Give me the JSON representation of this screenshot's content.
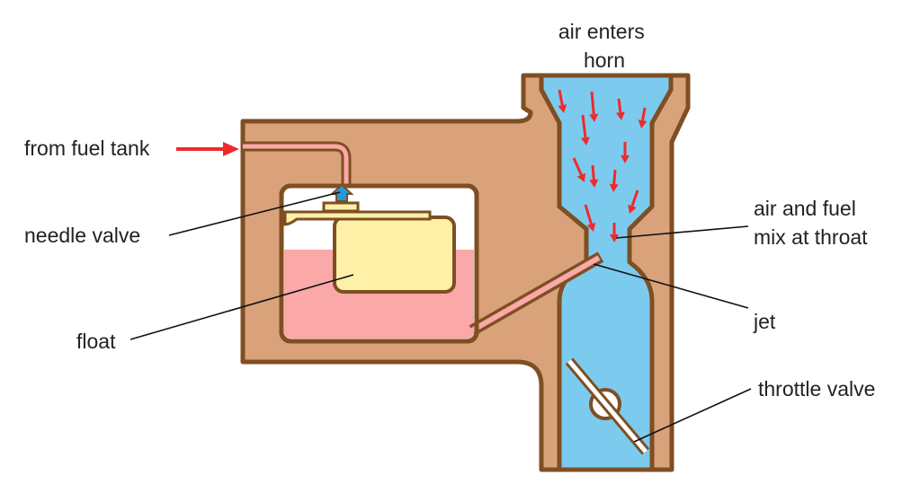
{
  "diagram": {
    "labels": {
      "air_enters_horn": [
        "air enters",
        "horn"
      ],
      "from_fuel_tank": "from fuel tank",
      "needle_valve": "needle valve",
      "air_fuel_mix": [
        "air and fuel",
        "mix at throat"
      ],
      "jet": "jet",
      "float": "float",
      "throttle_valve": "throttle valve"
    },
    "colors": {
      "body": "#d9a27a",
      "outline": "#7e4f22",
      "air": "#7ccbee",
      "fuel": "#fba8a8",
      "float": "#fff0a8",
      "arrow": "#ee2a2e",
      "needle": "#1f9bd8"
    }
  }
}
